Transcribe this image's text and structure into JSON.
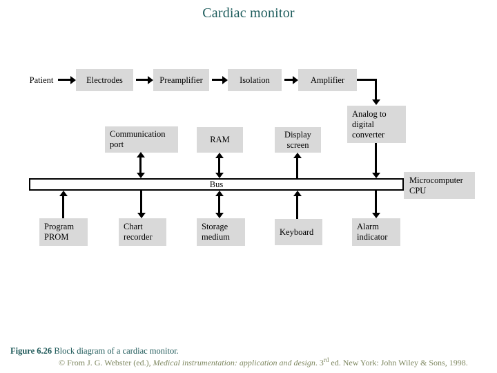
{
  "title": "Cardiac monitor",
  "diagram": {
    "nodes": {
      "patient": "Patient",
      "electrodes": "Electrodes",
      "preamplifier": "Preamplifier",
      "isolation": "Isolation",
      "amplifier": "Amplifier",
      "communication_port": "Communication port",
      "ram": "RAM",
      "display_screen": "Display screen",
      "adc": "Analog to digital converter",
      "bus": "Bus",
      "microcomputer_cpu": "Microcomputer CPU",
      "program_prom": "Program PROM",
      "chart_recorder": "Chart recorder",
      "storage_medium": "Storage medium",
      "keyboard": "Keyboard",
      "alarm_indicator": "Alarm indicator"
    },
    "connections": [
      "Patient -> Electrodes",
      "Electrodes -> Preamplifier",
      "Preamplifier -> Isolation",
      "Isolation -> Amplifier",
      "Amplifier -> Analog to digital converter",
      "Analog to digital converter -> Bus",
      "Communication port <-> Bus",
      "RAM <-> Bus",
      "Bus -> Display screen",
      "Program PROM -> Bus",
      "Bus -> Chart recorder",
      "Storage medium <-> Bus",
      "Keyboard -> Bus",
      "Bus -> Alarm indicator",
      "Bus - Microcomputer CPU"
    ],
    "colors": {
      "box_fill": "#d9d9d9",
      "line": "#000000",
      "bus_fill": "#ffffff",
      "title_text": "#1d5c5c",
      "caption_text": "#1d5858",
      "credit_text": "#7e8760"
    }
  },
  "caption": {
    "figure_label": "Figure 6.26",
    "figure_text": " Block diagram of a cardiac monitor.",
    "credit_prefix": "© From J. G. Webster (ed.), ",
    "credit_title": "Medical instrumentation: application and design",
    "credit_mid": ". 3",
    "credit_sup": "rd",
    "credit_suffix": " ed. New York: John Wiley & Sons, 1998."
  }
}
